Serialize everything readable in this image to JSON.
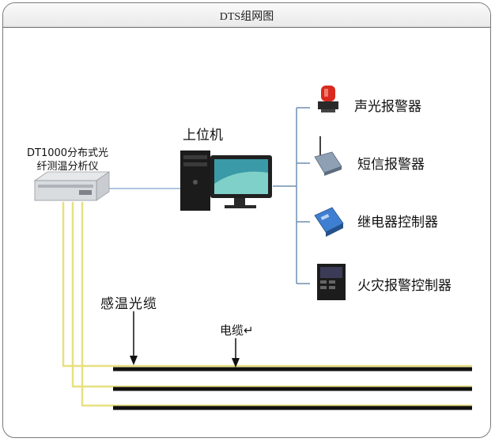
{
  "title": "DTS组网图",
  "analyzer": {
    "label_line1": "DT1000分布式光",
    "label_line2": "纤测温分析仪"
  },
  "host": {
    "label": "上位机"
  },
  "devices": [
    {
      "label": "声光报警器",
      "icon": "alarm-light-icon"
    },
    {
      "label": "短信报警器",
      "icon": "sms-modem-icon"
    },
    {
      "label": "继电器控制器",
      "icon": "relay-module-icon"
    },
    {
      "label": "火灾报警控制器",
      "icon": "fire-alarm-panel-icon"
    }
  ],
  "sensing_cable": {
    "label": "感温光缆"
  },
  "power_cable": {
    "label": "电缆↵"
  },
  "colors": {
    "fiber": "#e8e080",
    "link": "#8fb3d6",
    "cable": "#111111"
  }
}
